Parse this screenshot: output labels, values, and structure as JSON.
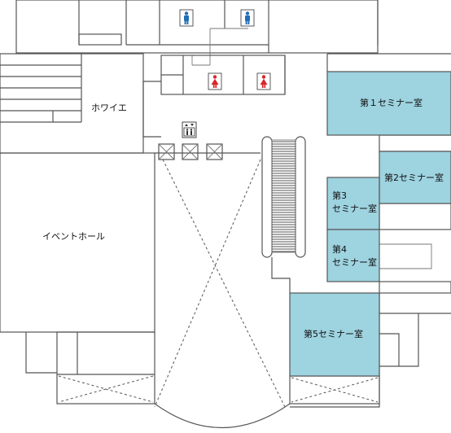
{
  "colors": {
    "room_fill": "#9ed3e0",
    "male_icon": "#1f6fb5",
    "female_icon": "#d8262b",
    "wall": "#555555"
  },
  "labels": {
    "foyer": "ホワイエ",
    "event_hall": "イベントホール",
    "seminar1": "第１セミナー室",
    "seminar2": "第2セミナー室",
    "seminar3_line1": "第3",
    "seminar3_line2": "セミナー室",
    "seminar4_line1": "第4",
    "seminar4_line2": "セミナー室",
    "seminar5": "第5セミナー室"
  },
  "icons": {
    "male_restroom": "male-restroom-icon",
    "female_restroom": "female-restroom-icon",
    "elevator": "elevator-icon"
  }
}
